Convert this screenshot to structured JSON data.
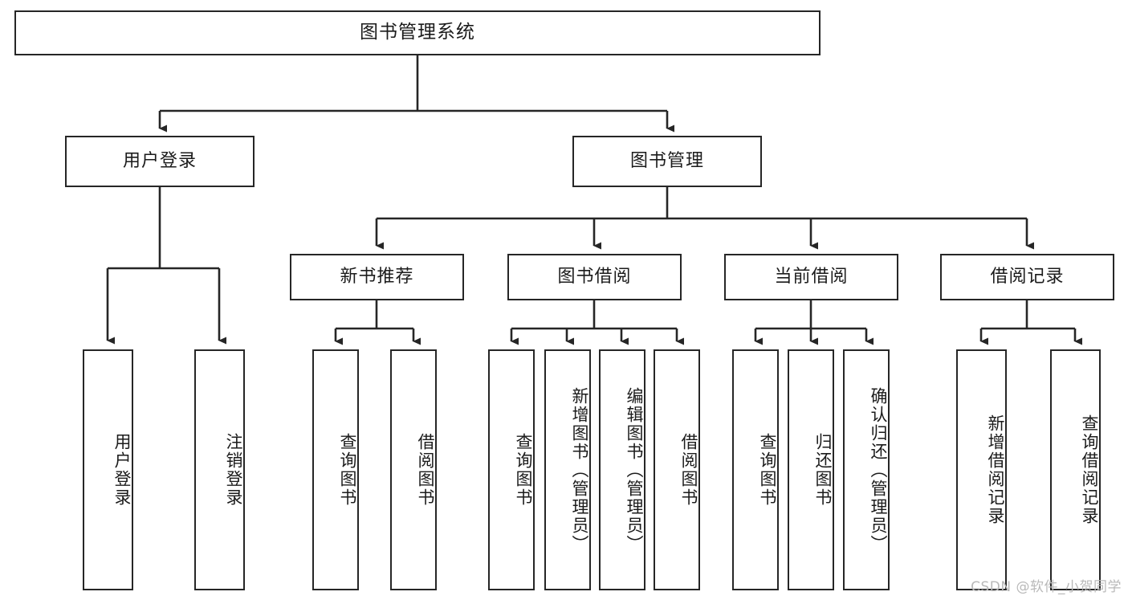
{
  "diagram": {
    "title": "图书管理系统",
    "type": "tree-hierarchy-chart",
    "colors": {
      "stroke": "#262626",
      "box_fill": "#ffffff",
      "text": "#1b1b1b",
      "watermark": "#b9b9b9",
      "background": "#ffffff"
    },
    "watermark": "CSDN @软件_小贺同学",
    "nodes": {
      "root": {
        "label": "图书管理系统"
      },
      "level2": [
        {
          "id": "user-login",
          "label": "用户登录"
        },
        {
          "id": "book-management",
          "label": "图书管理"
        }
      ],
      "level3": [
        {
          "id": "new-book-recommend",
          "label": "新书推荐"
        },
        {
          "id": "book-borrow",
          "label": "图书借阅"
        },
        {
          "id": "current-borrow",
          "label": "当前借阅"
        },
        {
          "id": "borrow-record",
          "label": "借阅记录"
        }
      ],
      "leaves": {
        "user-login": [
          {
            "id": "leaf-user-login",
            "label": "用户登录"
          },
          {
            "id": "leaf-logout-login",
            "label": "注销登录"
          }
        ],
        "new-book-recommend": [
          {
            "id": "leaf-query-book-1",
            "label": "查询图书"
          },
          {
            "id": "leaf-borrow-book-1",
            "label": "借阅图书"
          }
        ],
        "book-borrow": [
          {
            "id": "leaf-query-book-2",
            "label": "查询图书"
          },
          {
            "id": "leaf-add-book-admin",
            "label": "新增图书（管理员）"
          },
          {
            "id": "leaf-edit-book-admin",
            "label": "编辑图书（管理员）"
          },
          {
            "id": "leaf-borrow-book-2",
            "label": "借阅图书"
          }
        ],
        "current-borrow": [
          {
            "id": "leaf-query-book-3",
            "label": "查询图书"
          },
          {
            "id": "leaf-return-book",
            "label": "归还图书"
          },
          {
            "id": "leaf-confirm-return-admin",
            "label": "确认归还（管理员）"
          }
        ],
        "borrow-record": [
          {
            "id": "leaf-add-borrow-record",
            "label": "新增借阅记录"
          },
          {
            "id": "leaf-query-borrow-record",
            "label": "查询借阅记录"
          }
        ]
      }
    }
  }
}
